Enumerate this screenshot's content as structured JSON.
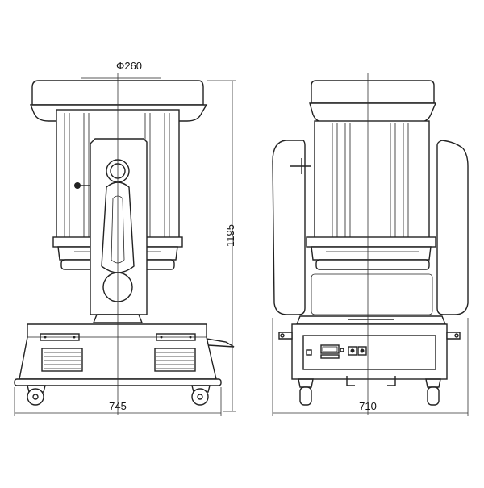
{
  "diagram": {
    "dimensions": {
      "lens_diameter": "Φ260",
      "height": "1195",
      "front_width": "745",
      "side_width": "710"
    },
    "colors": {
      "line": "#222222",
      "background": "#ffffff"
    }
  }
}
